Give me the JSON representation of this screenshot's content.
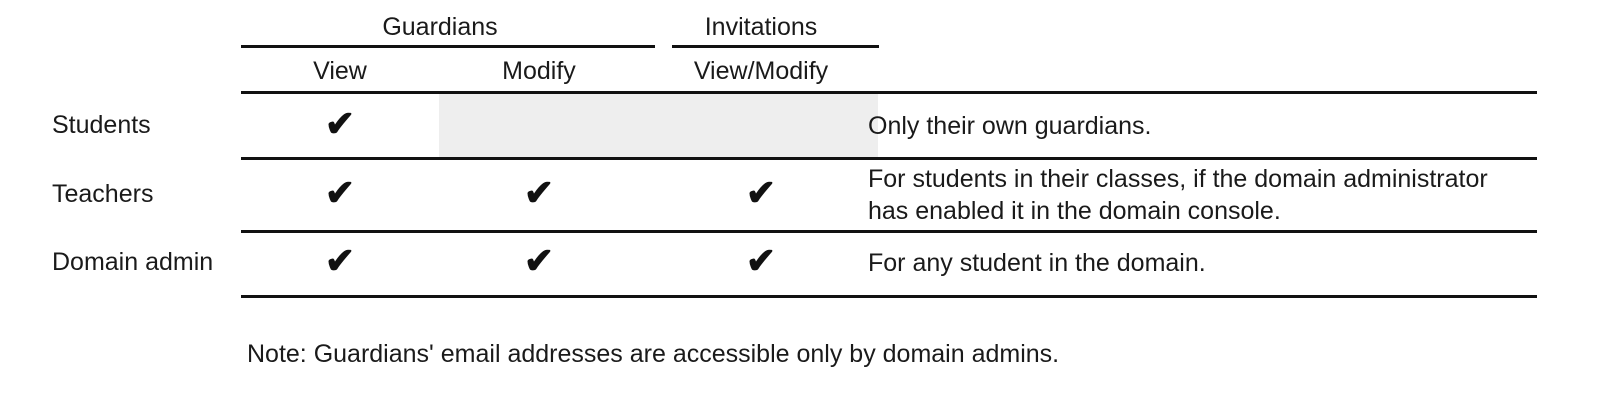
{
  "table": {
    "group_headers": [
      {
        "label": "Guardians",
        "spans": [
          "View",
          "Modify"
        ]
      },
      {
        "label": "Invitations",
        "spans": [
          "View/Modify"
        ]
      }
    ],
    "column_headers": {
      "guardians_view": "View",
      "guardians_modify": "Modify",
      "invitations_viewmodify": "View/Modify"
    },
    "check_glyph": "✔",
    "rows": [
      {
        "label": "Students",
        "guardians_view": true,
        "guardians_modify": false,
        "invitations_viewmodify": false,
        "disabled_cells": [
          "guardians_modify",
          "invitations_viewmodify"
        ],
        "note_lines": [
          "Only their own guardians."
        ]
      },
      {
        "label": "Teachers",
        "guardians_view": true,
        "guardians_modify": true,
        "invitations_viewmodify": true,
        "disabled_cells": [],
        "note_lines": [
          "For students in their classes, if the domain administrator",
          "has enabled it in the domain console."
        ]
      },
      {
        "label": "Domain admin",
        "guardians_view": true,
        "guardians_modify": true,
        "invitations_viewmodify": true,
        "disabled_cells": [],
        "note_lines": [
          "For any student in the domain."
        ]
      }
    ]
  },
  "footnote": "Note: Guardians' email addresses are accessible only by domain admins.",
  "colors": {
    "text": "#1a1a1a",
    "rule": "#111111",
    "disabled_cell_background": "#eeeeee",
    "page_background": "#ffffff"
  }
}
